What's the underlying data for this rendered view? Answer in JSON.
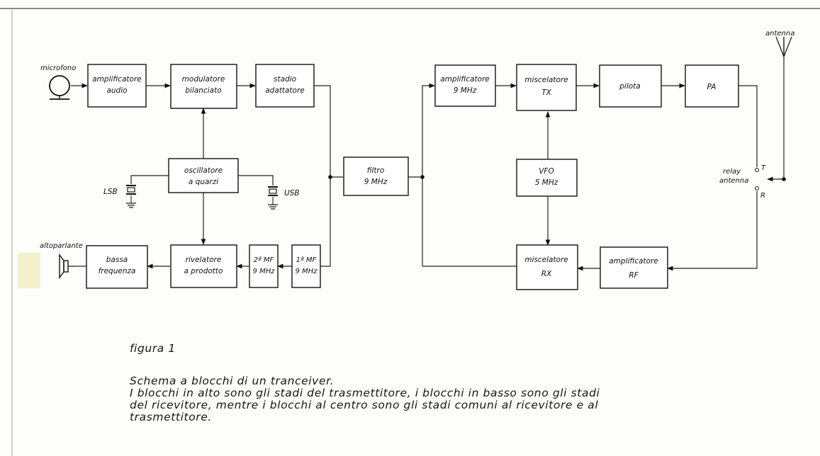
{
  "inputs": {
    "microphone": "microfono",
    "loudspeaker": "altoparlante",
    "antenna": "antenna"
  },
  "blocks": {
    "audio_amp": [
      "amplificatore",
      "audio"
    ],
    "balanced_mod": [
      "modulatore",
      "bilanciato"
    ],
    "adapter_stage": [
      "stadio",
      "adattatore"
    ],
    "filter": [
      "filtro",
      "9 MHz"
    ],
    "amp_9mhz": [
      "amplificatore",
      "9 MHz"
    ],
    "mixer_tx": [
      "miscelatore",
      "TX"
    ],
    "driver": [
      "pilota"
    ],
    "pa": [
      "PA"
    ],
    "crystal_osc": [
      "oscillatore",
      "a quarzi"
    ],
    "vfo": [
      "VFO",
      "5 MHz"
    ],
    "bass_freq": [
      "bassa",
      "frequenza"
    ],
    "product_det": [
      "rivelatore",
      "a prodotto"
    ],
    "if2": [
      "2ª MF",
      "9 MHz"
    ],
    "if1": [
      "1ª MF",
      "9 MHz"
    ],
    "mixer_rx": [
      "miscelatore",
      "RX"
    ],
    "rf_amp": [
      "amplificatore",
      "RF"
    ]
  },
  "labels": {
    "lsb": "LSB",
    "usb": "USB",
    "relay": [
      "relay",
      "antenna"
    ],
    "relay_t": "T",
    "relay_r": "R"
  },
  "caption": {
    "figure": "figura 1",
    "lines": [
      "Schema a blocchi di un tranceiver.",
      "I blocchi in alto sono gli stadi del trasmettitore, i blocchi in basso sono gli stadi",
      "del ricevitore, mentre i blocchi al centro sono gli stadi comuni al ricevitore e al",
      "trasmettitore."
    ]
  }
}
